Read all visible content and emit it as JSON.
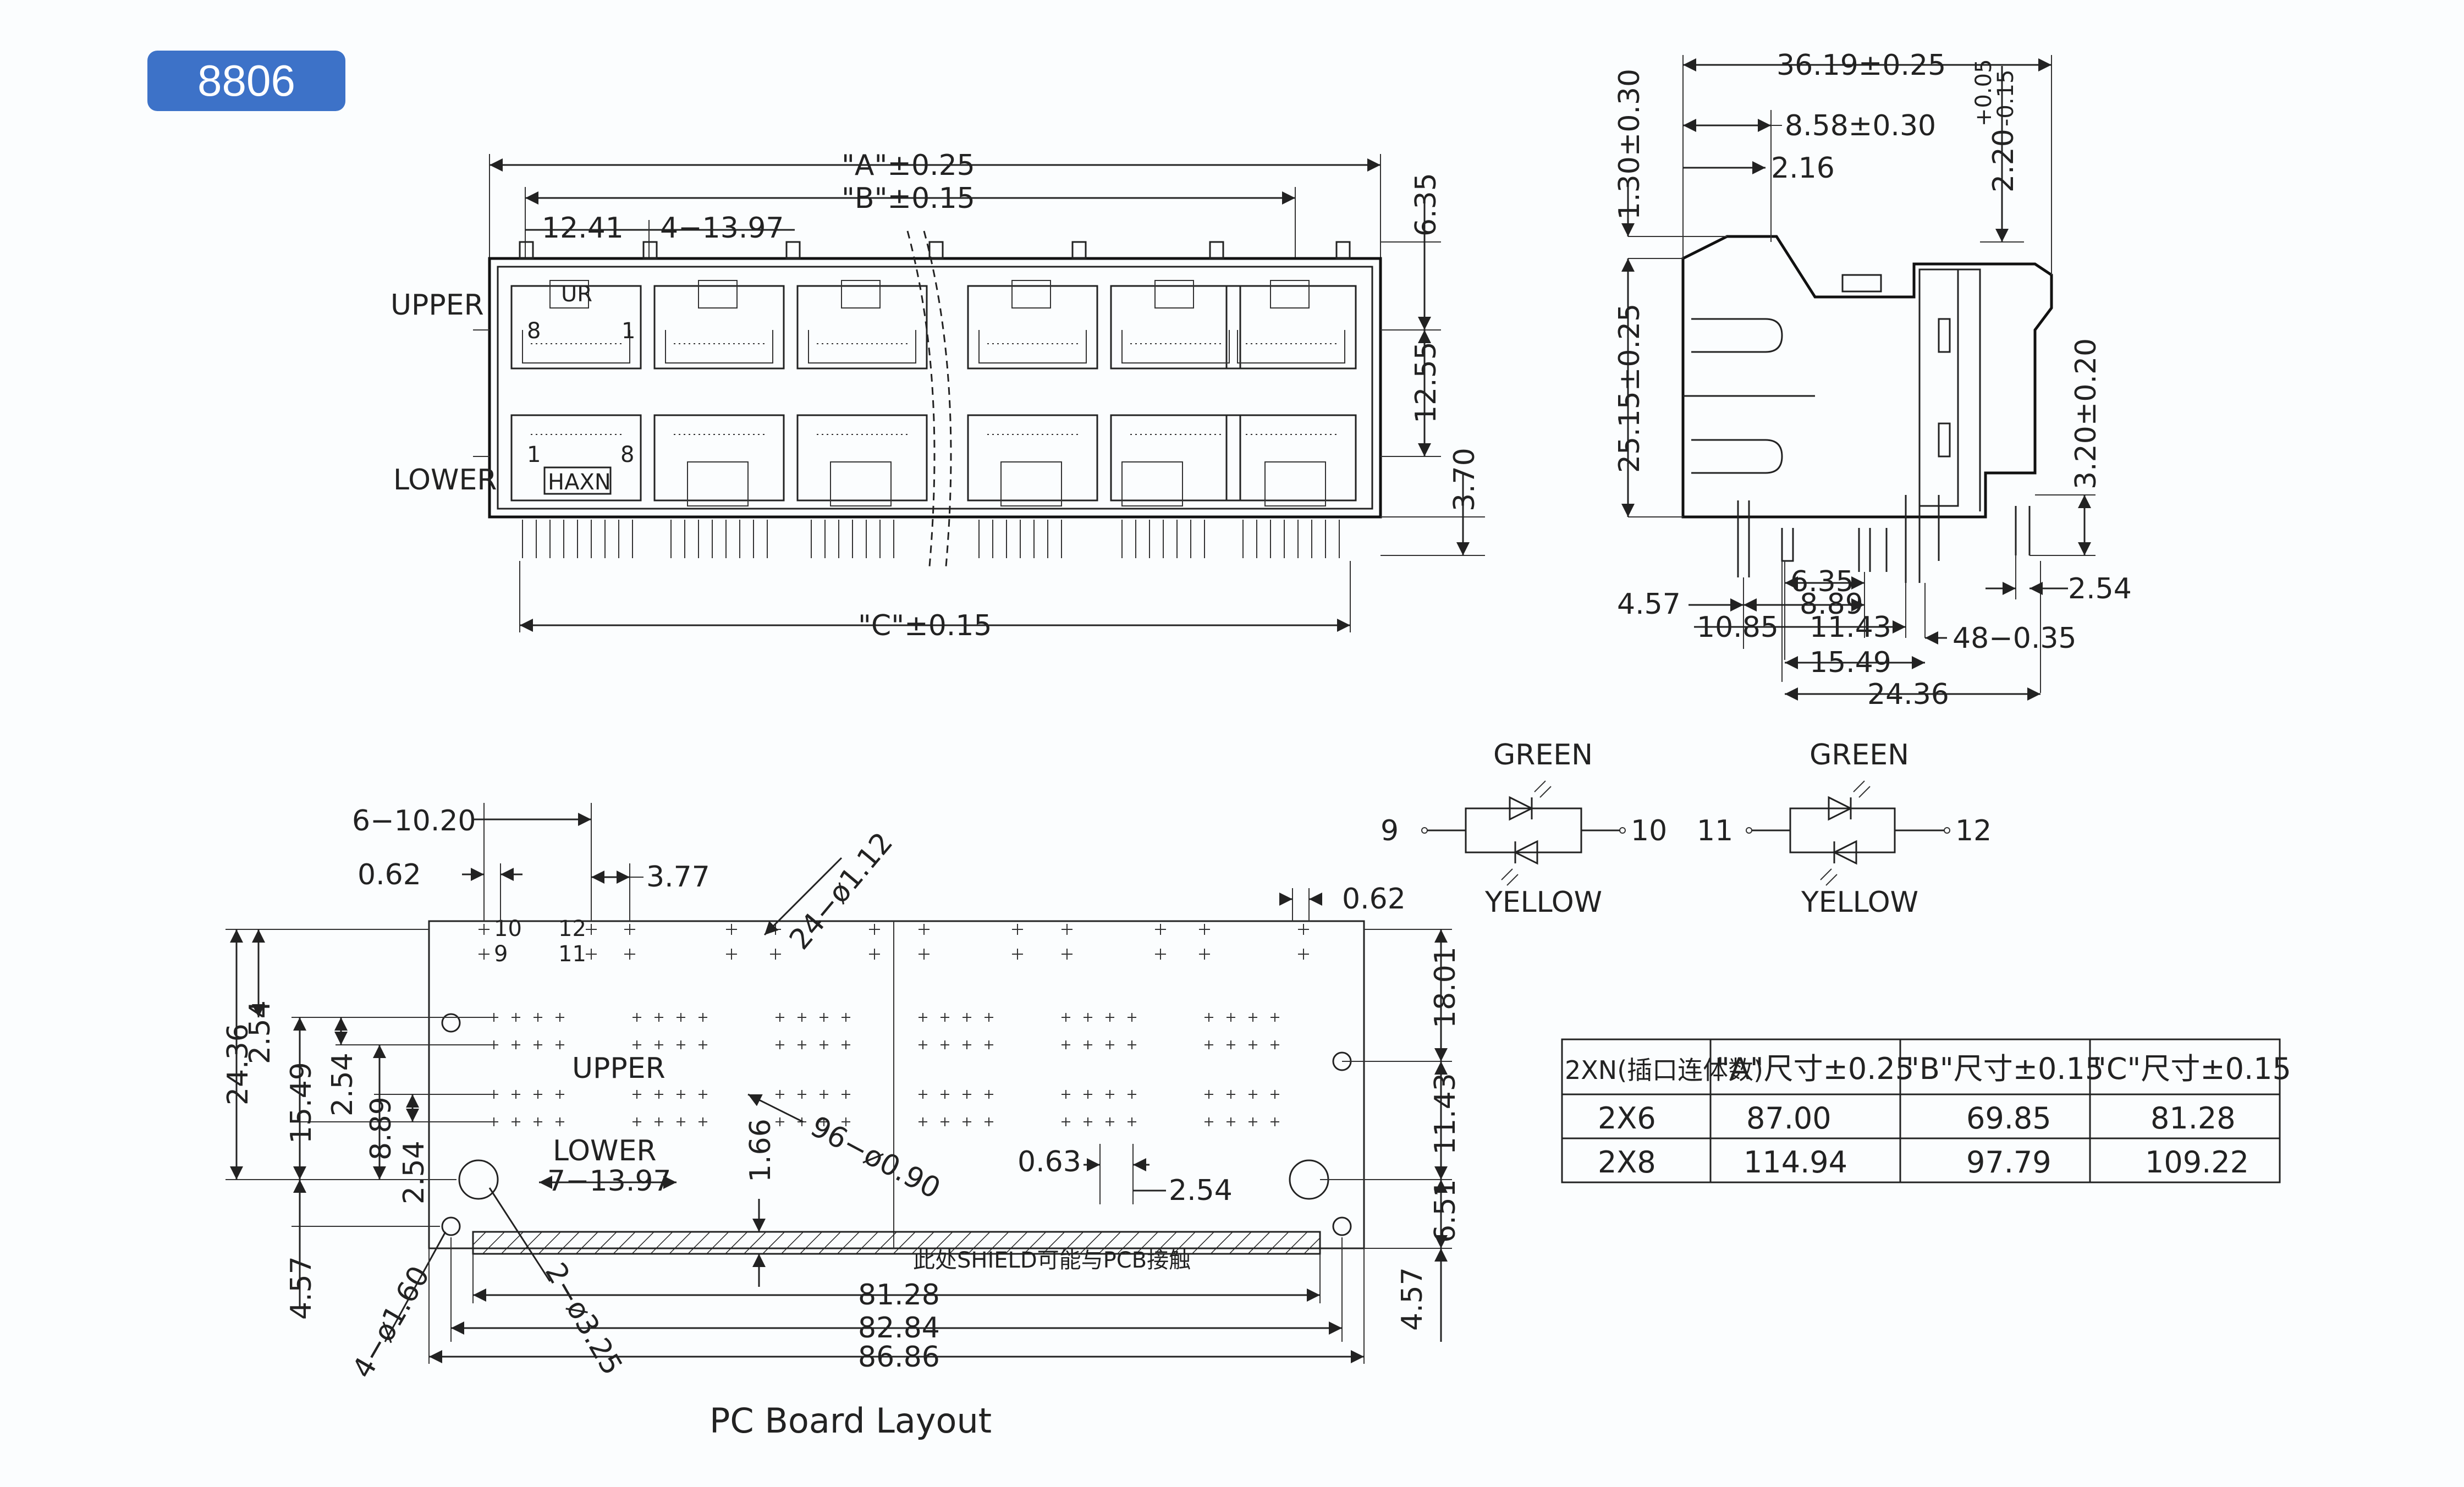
{
  "badge": "8806",
  "front_view": {
    "dim_A": "\"A\"±0.25",
    "dim_B": "\"B\"±0.15",
    "dim_C": "\"C\"±0.15",
    "dim_1241": "12.41",
    "dim_4_1397": "4−13.97",
    "dim_635": "6.35",
    "dim_1255": "12.55",
    "dim_370": "3.70",
    "label_upper": "UPPER",
    "label_lower": "LOWER",
    "logo_ul": "UR",
    "logo_haxn": "HAXN",
    "pin_8a": "8",
    "pin_1a": "1",
    "pin_1b": "1",
    "pin_8b": "8"
  },
  "side_view": {
    "dim_3619": "36.19±0.25",
    "dim_858": "8.58±0.30",
    "dim_216": "2.16",
    "dim_130": "1.30±0.30",
    "dim_220": "2.20",
    "dim_220_tol_up": "+0.05",
    "dim_220_tol_dn": "-0.15",
    "dim_2515": "25.15±0.25",
    "dim_320": "3.20±0.20",
    "dim_457": "4.57",
    "dim_635": "6.35",
    "dim_889": "8.89",
    "dim_1085": "10.85",
    "dim_1143": "11.43",
    "dim_1549": "15.49",
    "dim_2436": "24.36",
    "dim_254": "2.54",
    "dim_48_035": "48−0.35"
  },
  "led": {
    "green1": "GREEN",
    "yellow1": "YELLOW",
    "pin9": "9",
    "pin10": "10",
    "green2": "GREEN",
    "yellow2": "YELLOW",
    "pin11": "11",
    "pin12": "12"
  },
  "pcb": {
    "dim_6_1020": "6−10.20",
    "dim_062a": "0.62",
    "dim_377": "3.77",
    "dim_24_112": "24−ø1.12",
    "dim_062b": "0.62",
    "dim_1801": "18.01",
    "dim_1143": "11.43",
    "dim_651": "6.51",
    "dim_457r": "4.57",
    "dim_2436": "24.36",
    "dim_254a": "2.54",
    "dim_1549": "15.49",
    "dim_254b": "2.54",
    "dim_889": "8.89",
    "dim_254c": "2.54",
    "dim_457l": "4.57",
    "dim_7_1397": "7−13.97",
    "dim_166": "1.66",
    "dim_96_090": "96−ø0.90",
    "dim_063": "0.63",
    "dim_254d": "2.54",
    "dim_4_160": "4−ø1.60",
    "dim_2_325": "2−ø3.25",
    "dim_8128": "81.28",
    "dim_8284": "82.84",
    "dim_8686": "86.86",
    "label_upper": "UPPER",
    "label_lower": "LOWER",
    "shield_note": "此处SHIELD可能与PCB接触",
    "pin10": "10",
    "pin9": "9",
    "pin12": "12",
    "pin11": "11",
    "title": "PC Board Layout"
  },
  "table": {
    "headers": [
      "2XN(插口连体数)",
      "\"A\"尺寸±0.25",
      "\"B\"尺寸±0.15",
      "\"C\"尺寸±0.15"
    ],
    "rows": [
      [
        "2X6",
        "87.00",
        "69.85",
        "81.28"
      ],
      [
        "2X8",
        "114.94",
        "97.79",
        "109.22"
      ]
    ]
  }
}
